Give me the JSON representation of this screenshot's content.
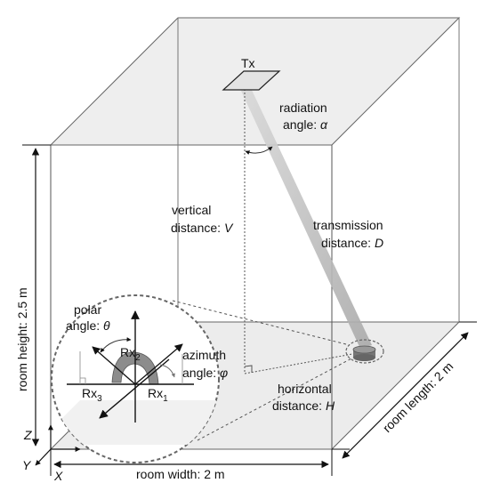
{
  "labels": {
    "tx": "Tx",
    "radiation_1": "radiation",
    "radiation_2": "angle: ",
    "radiation_sym": "α",
    "vertical_1": "vertical",
    "vertical_2": "distance: ",
    "vertical_sym": "V",
    "transmission_1": "transmission",
    "transmission_2": "distance: ",
    "transmission_sym": "D",
    "horizontal_1": "horizontal",
    "horizontal_2": "distance: ",
    "horizontal_sym": "H",
    "polar_1": "polar",
    "polar_2": "angle: ",
    "polar_sym": "θ",
    "azimuth_1": "azimuth",
    "azimuth_2": "angle: ",
    "azimuth_sym": "φ",
    "rx1_base": "Rx",
    "rx1_sub": "1",
    "rx2_base": "Rx",
    "rx2_sub": "2",
    "rx3_base": "Rx",
    "rx3_sub": "3",
    "room_height": "room height: 2.5 m",
    "room_width": "room width: 2 m",
    "room_length": "room length: 2 m",
    "axis_x": "X",
    "axis_y": "Y",
    "axis_z": "Z"
  }
}
